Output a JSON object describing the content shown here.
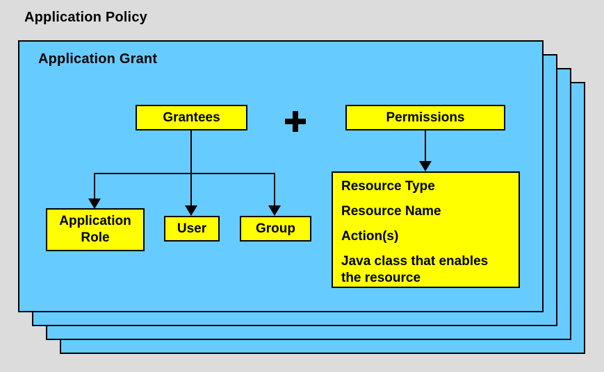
{
  "title": "Application Policy",
  "card": {
    "label": "Application Grant",
    "stack_count": 4
  },
  "diagram": {
    "grantees": {
      "label": "Grantees"
    },
    "plus_symbol": "+",
    "permissions": {
      "label": "Permissions"
    },
    "grantee_types": [
      {
        "label": "Application\nRole"
      },
      {
        "label": "User"
      },
      {
        "label": "Group"
      }
    ],
    "permission_details": [
      "Resource Type",
      "Resource Name",
      "Action(s)",
      "Java class that enables the resource"
    ]
  },
  "colors": {
    "background": "#dcdcdc",
    "card_fill": "#66ccff",
    "node_fill": "#ffff00",
    "border": "#000000",
    "text": "#000000"
  }
}
